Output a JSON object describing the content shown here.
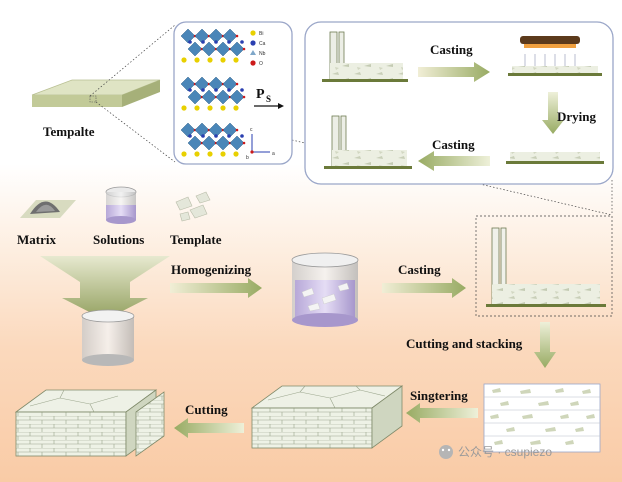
{
  "labels": {
    "template_top": "Tempalte",
    "ps_main": "P",
    "ps_sub": "S",
    "casting_top": "Casting",
    "drying": "Drying",
    "casting_return": "Casting",
    "matrix": "Matrix",
    "solutions": "Solutions",
    "template": "Template",
    "homogenizing": "Homogenizing",
    "casting_mid": "Casting",
    "cutting_stacking": "Cutting and stacking",
    "sintering": "Singtering",
    "cutting": "Cutting"
  },
  "crystal_legend": [
    "Bi",
    "Ca",
    "Nb",
    "O"
  ],
  "crystal_axes": {
    "c": "c",
    "a": "a",
    "b": "b"
  },
  "colors": {
    "bi": "#e8d000",
    "ca": "#2a3fb0",
    "nb": "#7fa7c9",
    "o": "#cc1a1a",
    "octahedron": "#4a86b8",
    "arrow": "#a9b67a",
    "panel_border": "#9aa6c8",
    "substrate": "#6b7a3a"
  },
  "watermark": "公众号 · csupiezo"
}
